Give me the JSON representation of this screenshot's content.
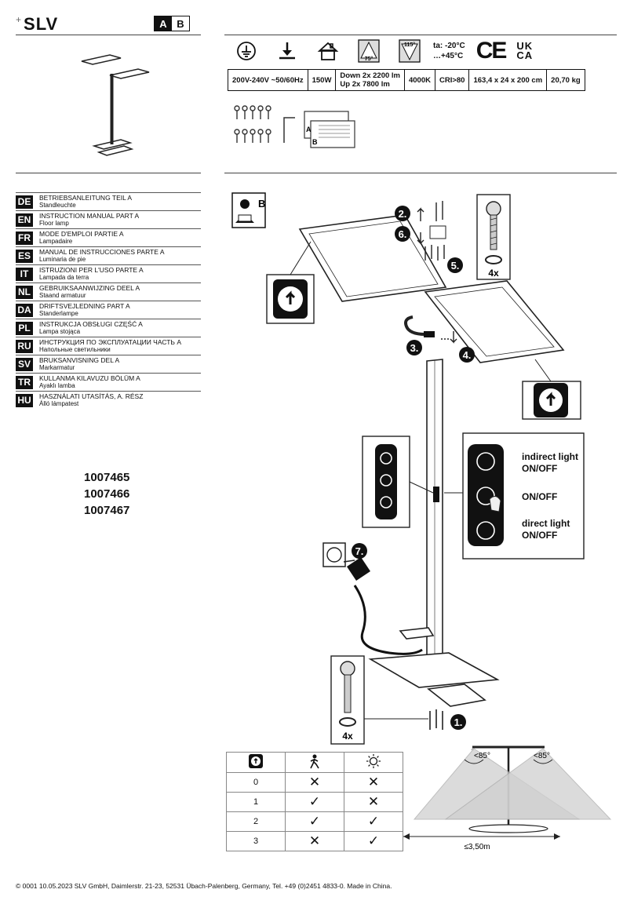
{
  "header": {
    "brand": "SLV",
    "badge_a": "A",
    "badge_b": "B"
  },
  "icons": {
    "temp_min": "ta: -20°C",
    "temp_max": "…+45°C",
    "angle_top": "115°",
    "angle_bottom": "75°",
    "ce": "CE",
    "ukca_top": "UK",
    "ukca_bottom": "CA"
  },
  "specs": {
    "voltage": "200V-240V ~50/60Hz",
    "power": "150W",
    "lumen_down": "Down 2x 2200 lm",
    "lumen_up": "Up 2x 7800 lm",
    "cct": "4000K",
    "cri": "CRI>80",
    "dimensions": "163,4 x 24 x 200 cm",
    "weight": "20,70 kg"
  },
  "languages": [
    {
      "code": "DE",
      "title": "BETRIEBSANLEITUNG TEIL A",
      "sub": "Standleuchte"
    },
    {
      "code": "EN",
      "title": "INSTRUCTION MANUAL PART A",
      "sub": "Floor lamp"
    },
    {
      "code": "FR",
      "title": "MODE D'EMPLOI PARTIE A",
      "sub": "Lampadaire"
    },
    {
      "code": "ES",
      "title": "MANUAL DE INSTRUCCIONES PARTE A",
      "sub": "Luminaria de pie"
    },
    {
      "code": "IT",
      "title": "ISTRUZIONI PER L'USO PARTE A",
      "sub": "Lampada da terra"
    },
    {
      "code": "NL",
      "title": "GEBRUIKSAANWIJZING DEEL A",
      "sub": "Staand armatuur"
    },
    {
      "code": "DA",
      "title": "DRIFTSVEJLEDNING PART A",
      "sub": "Standerlampe"
    },
    {
      "code": "PL",
      "title": "INSTRUKCJA OBSŁUGI CZĘŚĆ A",
      "sub": "Lampa stojąca"
    },
    {
      "code": "RU",
      "title": "ИНСТРУКЦИЯ ПО ЭКСПЛУАТАЦИИ ЧАСТЬ А",
      "sub": "Напольные светильники"
    },
    {
      "code": "SV",
      "title": "BRUKSANVISNING DEL A",
      "sub": "Markarmatur"
    },
    {
      "code": "TR",
      "title": "KULLANMA KILAVUZU BÖLÜM A",
      "sub": "Ayaklı lamba"
    },
    {
      "code": "HU",
      "title": "HASZNÁLATI UTASÍTÁS, A. RÉSZ",
      "sub": "Álló lámpatest"
    }
  ],
  "articles": [
    "1007465",
    "1007466",
    "1007467"
  ],
  "diagram": {
    "steps": [
      "2.",
      "6.",
      "5.",
      "3.",
      "4.",
      "7.",
      "1."
    ],
    "count_screws_top": "4x",
    "count_screws_bottom": "4x",
    "manual_b": "B",
    "label_a": "A",
    "label_b": "B",
    "panel": {
      "indirect": "indirect light",
      "indirect_state": "ON/OFF",
      "main": "ON/OFF",
      "direct": "direct light",
      "direct_state": "ON/OFF"
    },
    "beam_angle_left": "<85°",
    "beam_angle_right": "<85°",
    "range": "≤3,50m"
  },
  "sensor_table": {
    "rows": [
      {
        "mode": "0",
        "presence": "✕",
        "daylight": "✕"
      },
      {
        "mode": "1",
        "presence": "✓",
        "daylight": "✕"
      },
      {
        "mode": "2",
        "presence": "✓",
        "daylight": "✓"
      },
      {
        "mode": "3",
        "presence": "✕",
        "daylight": "✓"
      }
    ]
  },
  "footer": "© 0001 10.05.2023 SLV GmbH, Daimlerstr. 21-23, 52531 Übach-Palenberg, Germany, Tel. +49 (0)2451 4833-0. Made in China."
}
